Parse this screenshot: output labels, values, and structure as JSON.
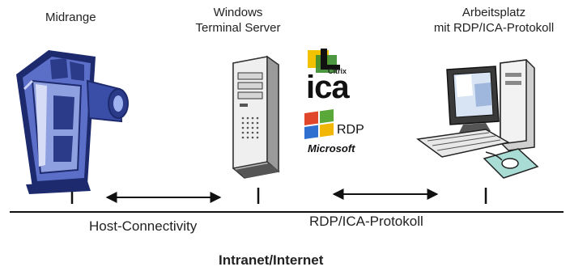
{
  "labels": {
    "midrange": "Midrange",
    "server_line1": "Windows",
    "server_line2": "Terminal Server",
    "workstation_line1": "Arbeitsplatz",
    "workstation_line2": "mit RDP/ICA-Protokoll",
    "host_connectivity": "Host-Connectivity",
    "rdp_ica": "RDP/ICA-Protokoll",
    "network": "Intranet/Internet"
  },
  "logos": {
    "citrix_small": "Citrix",
    "ica": "ica",
    "rdp": "RDP",
    "microsoft": "Microsoft"
  },
  "colors": {
    "machine_blue": "#4a5fb8",
    "machine_dark": "#1e2a6e",
    "ica_yellow": "#f2c200",
    "ica_green": "#3a8c2f",
    "win_red": "#e0462a",
    "win_green": "#5aa83a",
    "win_blue": "#2f6fd0",
    "win_yellow": "#f2b705"
  },
  "icons": [
    "midrange-machine-icon",
    "server-tower-icon",
    "citrix-logo-icon",
    "windows-flag-icon",
    "workstation-icon"
  ]
}
